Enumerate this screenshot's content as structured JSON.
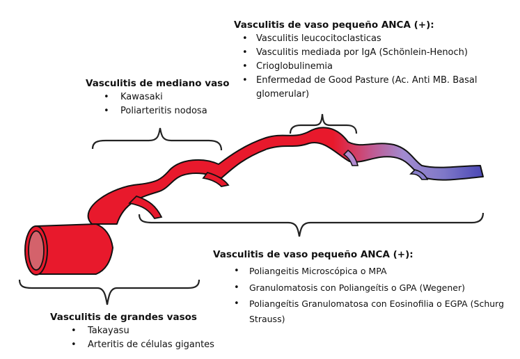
{
  "groups": {
    "small_vessel_top": {
      "title": "Vasculitis de vaso pequeño ANCA (+):",
      "items": [
        "Vasculitis leucocitoclasticas",
        "Vasculitis mediada por IgA (Schönlein-Henoch)",
        "Crioglobulinemia",
        "Enfermedad de Good Pasture (Ac. Anti MB. Basal glomerular)"
      ]
    },
    "medium_vessel": {
      "title": "Vasculitis de mediano vaso",
      "items": [
        "Kawasaki",
        "Poliarteritis nodosa"
      ]
    },
    "small_vessel_bottom": {
      "title": "Vasculitis de vaso pequeño ANCA (+):",
      "items": [
        "Poliangeitis Microscópica o MPA",
        "Granulomatosis con Poliangeítis o GPA (Wegener)",
        "Poliangeítis Granulomatosa con Eosinofilia o EGPA (Schurg Strauss)"
      ]
    },
    "large_vessel": {
      "title": "Vasculitis de grandes vasos",
      "items": [
        "Takayasu",
        "Arteritis de células gigantes"
      ]
    }
  },
  "colors": {
    "artery": "#e8192c",
    "artery_dark": "#a50f1d",
    "lumen": "#d4626b",
    "capillary": "#a18bd0",
    "vein": "#4b48b5",
    "bracket": "#222222"
  }
}
